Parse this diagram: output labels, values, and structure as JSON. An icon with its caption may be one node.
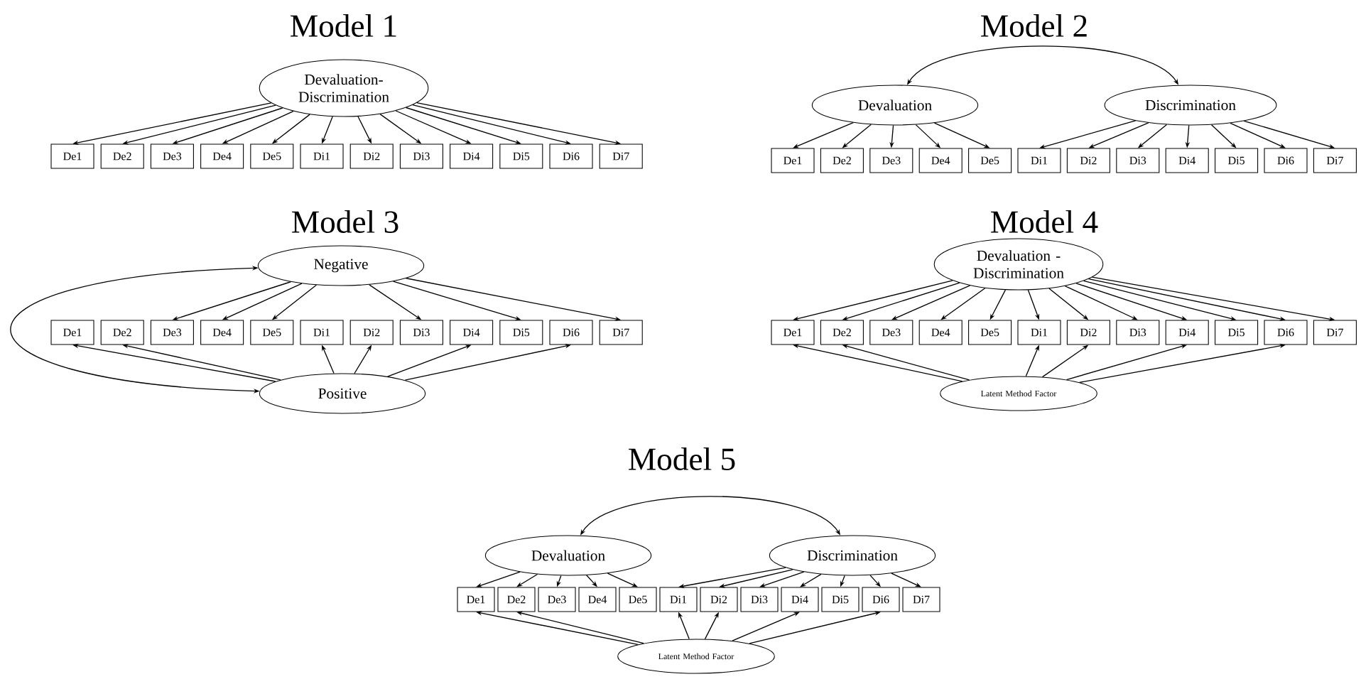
{
  "diagram": {
    "nodes": [
      {
        "text": [
          "Devaluation- Discrimination"
        ]
      },
      {
        "text": [
          "De1"
        ]
      },
      {
        "text": [
          "De2"
        ]
      },
      {
        "text": [
          "De3"
        ]
      },
      {
        "text": [
          "De4"
        ]
      },
      {
        "text": [
          "De5"
        ]
      },
      {
        "text": [
          "Di1"
        ]
      },
      {
        "text": [
          "Di2"
        ]
      },
      {
        "text": [
          "Di3"
        ]
      },
      {
        "text": [
          "Di4"
        ]
      },
      {
        "text": [
          "Di5"
        ]
      },
      {
        "text": [
          "Di6"
        ]
      },
      {
        "text": [
          "Di7"
        ]
      },
      {
        "text": [
          "Devaluation"
        ]
      },
      {
        "text": [
          "Discrimination"
        ]
      },
      {
        "text": [
          "De1"
        ]
      },
      {
        "text": [
          "De2"
        ]
      },
      {
        "text": [
          "De3"
        ]
      },
      {
        "text": [
          "De4"
        ]
      },
      {
        "text": [
          "De5"
        ]
      },
      {
        "text": [
          "Di1"
        ]
      },
      {
        "text": [
          "Di2"
        ]
      },
      {
        "text": [
          "Di3"
        ]
      },
      {
        "text": [
          "Di4"
        ]
      },
      {
        "text": [
          "Di5"
        ]
      },
      {
        "text": [
          "Di6"
        ]
      },
      {
        "text": [
          "Di7"
        ]
      },
      {
        "text": [
          "Negative"
        ]
      },
      {
        "text": [
          "De1"
        ]
      },
      {
        "text": [
          "De2"
        ]
      },
      {
        "text": [
          "De3"
        ]
      },
      {
        "text": [
          "De4"
        ]
      },
      {
        "text": [
          "De5"
        ]
      },
      {
        "text": [
          "Di1"
        ]
      },
      {
        "text": [
          "Di2"
        ]
      },
      {
        "text": [
          "Di3"
        ]
      },
      {
        "text": [
          "Di4"
        ]
      },
      {
        "text": [
          "Di5"
        ]
      },
      {
        "text": [
          "Di6"
        ]
      },
      {
        "text": [
          "Di7"
        ]
      },
      {
        "text": [
          "Positive"
        ]
      },
      {
        "text": [
          "Devaluation - Discrimination"
        ]
      },
      {
        "text": [
          "De1"
        ]
      },
      {
        "text": [
          "De2"
        ]
      },
      {
        "text": [
          "De3"
        ]
      },
      {
        "text": [
          "De4"
        ]
      },
      {
        "text": [
          "De5"
        ]
      },
      {
        "text": [
          "Di1"
        ]
      },
      {
        "text": [
          "Di2"
        ]
      },
      {
        "text": [
          "Di3"
        ]
      },
      {
        "text": [
          "Di4"
        ]
      },
      {
        "text": [
          "Di5"
        ]
      },
      {
        "text": [
          "Di6"
        ]
      },
      {
        "text": [
          "Di7"
        ]
      },
      {
        "text": [
          "Latent Method Factor"
        ]
      },
      {
        "text": [
          "Devaluation"
        ]
      },
      {
        "text": [
          "Discrimination"
        ]
      },
      {
        "text": [
          "De1"
        ]
      },
      {
        "text": [
          "De2"
        ]
      },
      {
        "text": [
          "De3"
        ]
      },
      {
        "text": [
          "De4"
        ]
      },
      {
        "text": [
          "De5"
        ]
      },
      {
        "text": [
          "Di1"
        ]
      },
      {
        "text": [
          "Di2"
        ]
      },
      {
        "text": [
          "Di3"
        ]
      },
      {
        "text": [
          "Di4"
        ]
      },
      {
        "text": [
          "Di5"
        ]
      },
      {
        "text": [
          "Di6"
        ]
      },
      {
        "text": [
          "Di7"
        ]
      },
      {
        "text": [
          "Latent Method Factor"
        ]
      }
    ],
    "edges": [
      {
        "from": 0,
        "to": 1,
        "arrow": "to"
      },
      {
        "from": 0,
        "to": 2,
        "arrow": "to"
      },
      {
        "from": 0,
        "to": 3,
        "arrow": "to"
      },
      {
        "from": 0,
        "to": 4,
        "arrow": "to"
      },
      {
        "from": 0,
        "to": 5,
        "arrow": "to"
      },
      {
        "from": 0,
        "to": 6,
        "arrow": "to"
      },
      {
        "from": 0,
        "to": 7,
        "arrow": "to"
      },
      {
        "from": 0,
        "to": 8,
        "arrow": "to"
      },
      {
        "from": 0,
        "to": 9,
        "arrow": "to"
      },
      {
        "from": 0,
        "to": 10,
        "arrow": "to"
      },
      {
        "from": 0,
        "to": 11,
        "arrow": "to"
      },
      {
        "from": 0,
        "to": 12,
        "arrow": "to"
      },
      {
        "from": 13,
        "to": 14,
        "arrow": "both"
      },
      {
        "from": 13,
        "to": 15,
        "arrow": "to"
      },
      {
        "from": 13,
        "to": 16,
        "arrow": "to"
      },
      {
        "from": 13,
        "to": 17,
        "arrow": "to"
      },
      {
        "from": 13,
        "to": 18,
        "arrow": "to"
      },
      {
        "from": 13,
        "to": 19,
        "arrow": "to"
      },
      {
        "from": 14,
        "to": 20,
        "arrow": "to"
      },
      {
        "from": 14,
        "to": 21,
        "arrow": "to"
      },
      {
        "from": 14,
        "to": 22,
        "arrow": "to"
      },
      {
        "from": 14,
        "to": 23,
        "arrow": "to"
      },
      {
        "from": 14,
        "to": 24,
        "arrow": "to"
      },
      {
        "from": 14,
        "to": 25,
        "arrow": "to"
      },
      {
        "from": 14,
        "to": 26,
        "arrow": "to"
      },
      {
        "from": 27,
        "to": 40,
        "arrow": "both"
      },
      {
        "from": 27,
        "to": 30,
        "arrow": "to"
      },
      {
        "from": 27,
        "to": 31,
        "arrow": "to"
      },
      {
        "from": 27,
        "to": 32,
        "arrow": "to"
      },
      {
        "from": 27,
        "to": 35,
        "arrow": "to"
      },
      {
        "from": 27,
        "to": 37,
        "arrow": "to"
      },
      {
        "from": 27,
        "to": 39,
        "arrow": "to"
      },
      {
        "from": 40,
        "to": 28,
        "arrow": "to"
      },
      {
        "from": 40,
        "to": 29,
        "arrow": "to"
      },
      {
        "from": 40,
        "to": 33,
        "arrow": "to"
      },
      {
        "from": 40,
        "to": 34,
        "arrow": "to"
      },
      {
        "from": 40,
        "to": 36,
        "arrow": "to"
      },
      {
        "from": 40,
        "to": 38,
        "arrow": "to"
      },
      {
        "from": 41,
        "to": 42,
        "arrow": "to"
      },
      {
        "from": 41,
        "to": 43,
        "arrow": "to"
      },
      {
        "from": 41,
        "to": 44,
        "arrow": "to"
      },
      {
        "from": 41,
        "to": 45,
        "arrow": "to"
      },
      {
        "from": 41,
        "to": 46,
        "arrow": "to"
      },
      {
        "from": 41,
        "to": 47,
        "arrow": "to"
      },
      {
        "from": 41,
        "to": 48,
        "arrow": "to"
      },
      {
        "from": 41,
        "to": 49,
        "arrow": "to"
      },
      {
        "from": 41,
        "to": 50,
        "arrow": "to"
      },
      {
        "from": 41,
        "to": 51,
        "arrow": "to"
      },
      {
        "from": 41,
        "to": 52,
        "arrow": "to"
      },
      {
        "from": 41,
        "to": 53,
        "arrow": "to"
      },
      {
        "from": 54,
        "to": 42,
        "arrow": "to"
      },
      {
        "from": 54,
        "to": 43,
        "arrow": "to"
      },
      {
        "from": 54,
        "to": 47,
        "arrow": "to"
      },
      {
        "from": 54,
        "to": 48,
        "arrow": "to"
      },
      {
        "from": 54,
        "to": 50,
        "arrow": "to"
      },
      {
        "from": 54,
        "to": 52,
        "arrow": "to"
      },
      {
        "from": 55,
        "to": 56,
        "arrow": "both"
      },
      {
        "from": 55,
        "to": 57,
        "arrow": "to"
      },
      {
        "from": 55,
        "to": 58,
        "arrow": "to"
      },
      {
        "from": 55,
        "to": 59,
        "arrow": "to"
      },
      {
        "from": 55,
        "to": 60,
        "arrow": "to"
      },
      {
        "from": 55,
        "to": 61,
        "arrow": "to"
      },
      {
        "from": 56,
        "to": 62,
        "arrow": "to"
      },
      {
        "from": 56,
        "to": 63,
        "arrow": "to"
      },
      {
        "from": 56,
        "to": 64,
        "arrow": "to"
      },
      {
        "from": 56,
        "to": 65,
        "arrow": "to"
      },
      {
        "from": 56,
        "to": 66,
        "arrow": "to"
      },
      {
        "from": 56,
        "to": 67,
        "arrow": "to"
      },
      {
        "from": 56,
        "to": 68,
        "arrow": "to"
      },
      {
        "from": 69,
        "to": 57,
        "arrow": "to"
      },
      {
        "from": 69,
        "to": 58,
        "arrow": "to"
      },
      {
        "from": 69,
        "to": 62,
        "arrow": "to"
      },
      {
        "from": 69,
        "to": 63,
        "arrow": "to"
      },
      {
        "from": 69,
        "to": 65,
        "arrow": "to"
      },
      {
        "from": 69,
        "to": 67,
        "arrow": "to"
      }
    ],
    "labels": [
      "Model 1",
      "Model 2",
      "Model 3",
      "Model 4",
      "Model 5"
    ]
  }
}
